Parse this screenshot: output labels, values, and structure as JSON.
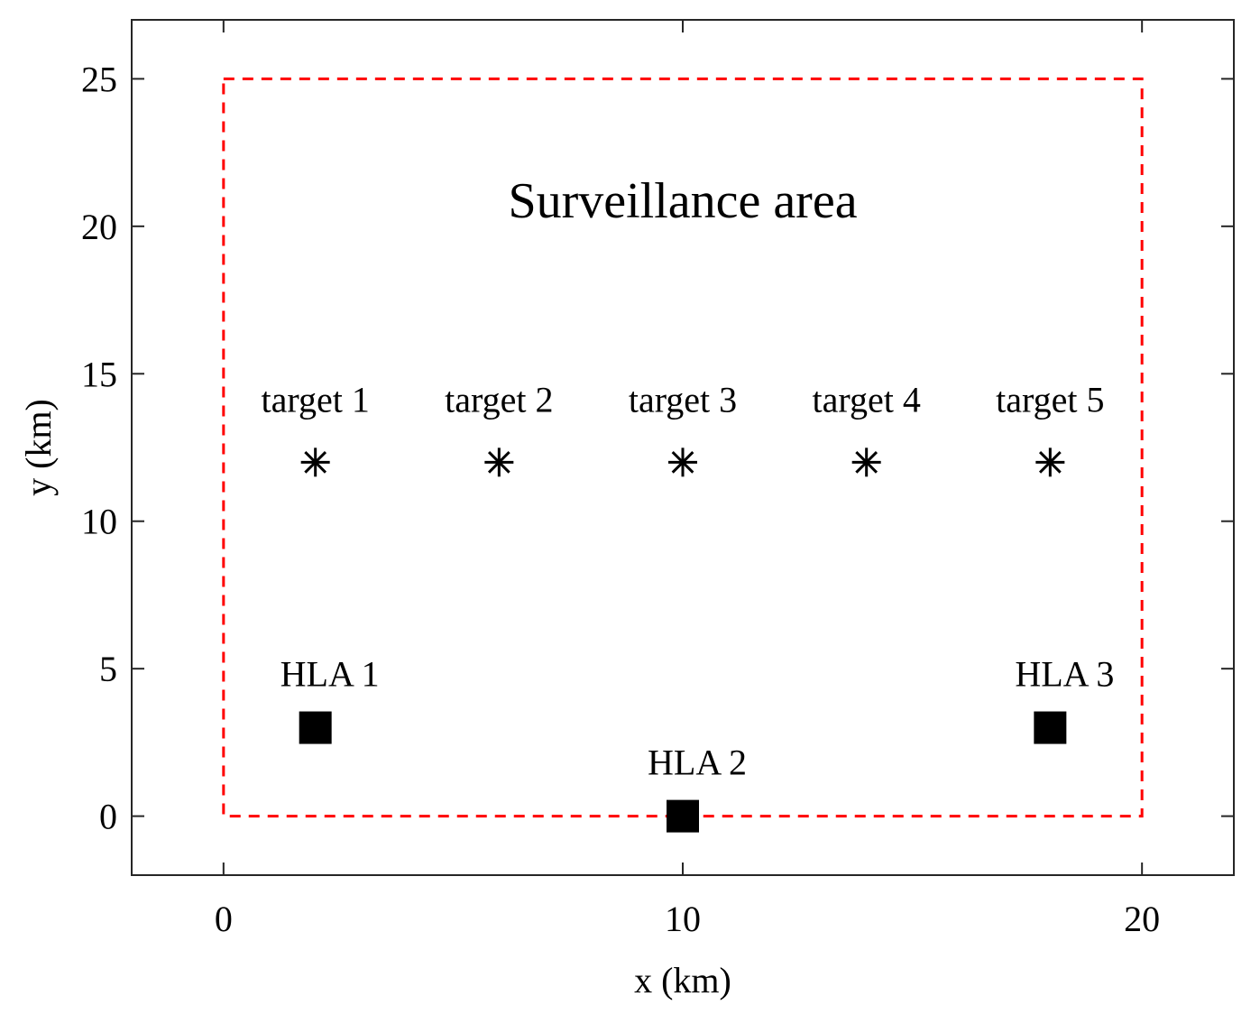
{
  "chart_data": {
    "type": "scatter",
    "xlabel": "x (km)",
    "ylabel": "y (km)",
    "xlim": [
      -2,
      22
    ],
    "ylim": [
      -2,
      27
    ],
    "xticks": [
      0,
      10,
      20
    ],
    "yticks": [
      0,
      5,
      10,
      15,
      20,
      25
    ],
    "grid": false,
    "legend": "none",
    "series": [
      {
        "marker": "asterisk",
        "color": "#000000",
        "points": [
          {
            "x": 2,
            "y": 12,
            "label": "target 1"
          },
          {
            "x": 6,
            "y": 12,
            "label": "target 2"
          },
          {
            "x": 10,
            "y": 12,
            "label": "target 3"
          },
          {
            "x": 14,
            "y": 12,
            "label": "target 4"
          },
          {
            "x": 18,
            "y": 12,
            "label": "target 5"
          }
        ]
      },
      {
        "marker": "square",
        "color": "#000000",
        "points": [
          {
            "x": 2,
            "y": 3,
            "label": "HLA 1"
          },
          {
            "x": 10,
            "y": 0,
            "label": "HLA 2"
          },
          {
            "x": 18,
            "y": 3,
            "label": "HLA 3"
          }
        ]
      }
    ],
    "region": {
      "label": "Surveillance area",
      "x": [
        0,
        20
      ],
      "y": [
        0,
        25
      ],
      "color": "#ff0000",
      "style": "dashed"
    }
  }
}
